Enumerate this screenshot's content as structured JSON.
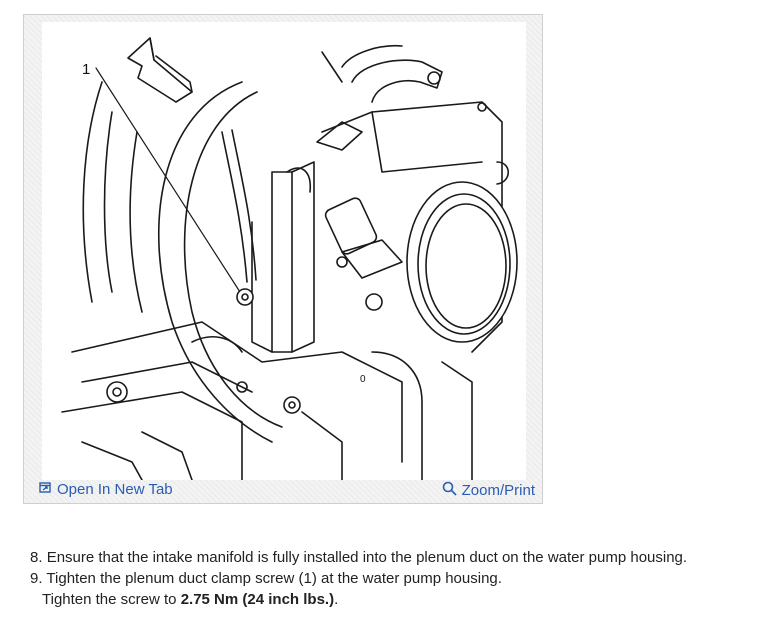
{
  "figure": {
    "callout_label": "1",
    "open_tab_label": "Open In New Tab",
    "zoom_label": "Zoom/Print",
    "icons": {
      "open_tab": "external-window-icon",
      "zoom": "magnifier-icon"
    },
    "link_color": "#2a5db0"
  },
  "steps": [
    {
      "number": "8.",
      "text": "Ensure that the intake manifold is fully installed into the plenum duct on the water pump housing."
    },
    {
      "number": "9.",
      "text": "Tighten the plenum duct clamp screw (1) at the water pump housing."
    }
  ],
  "torque": {
    "prefix": "Tighten the screw to ",
    "value": "2.75 Nm (24 inch lbs.)",
    "suffix": "."
  }
}
